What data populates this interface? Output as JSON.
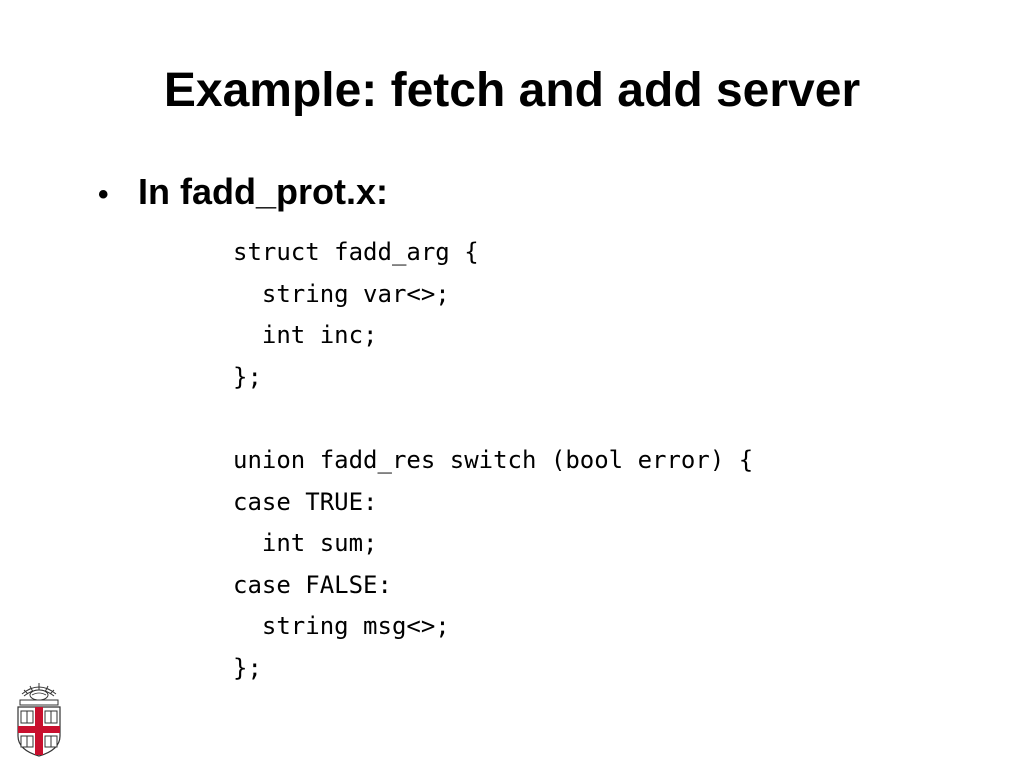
{
  "slide": {
    "title": "Example: fetch and add server",
    "bullet_symbol": "•",
    "bullet_text": "In fadd_prot.x:",
    "code_lines": [
      "struct fadd_arg {",
      "  string var<>;",
      "  int inc;",
      "};",
      "",
      "union fadd_res switch (bool error) {",
      "case TRUE:",
      "  int sum;",
      "case FALSE:",
      "  string msg<>;",
      "};"
    ]
  },
  "logo": {
    "icon": "university-crest-icon",
    "colors": {
      "shield_red": "#c8102e",
      "outline": "#333333"
    }
  }
}
